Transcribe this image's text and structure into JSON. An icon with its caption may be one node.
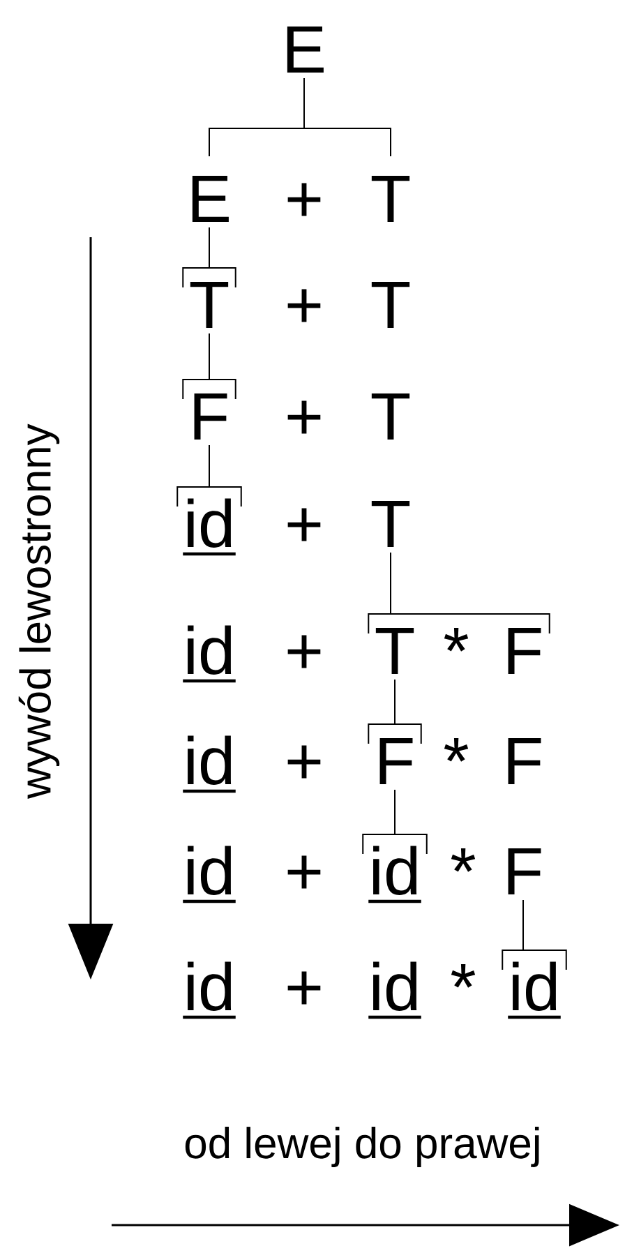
{
  "diagram": {
    "nodes": [
      {
        "text": [
          "E"
        ]
      },
      {
        "text": [
          "E"
        ]
      },
      {
        "text": [
          "+"
        ]
      },
      {
        "text": [
          "T"
        ]
      },
      {
        "text": [
          "T"
        ]
      },
      {
        "text": [
          "+"
        ]
      },
      {
        "text": [
          "T"
        ]
      },
      {
        "text": [
          "F"
        ]
      },
      {
        "text": [
          "+"
        ]
      },
      {
        "text": [
          "T"
        ]
      },
      {
        "text": [
          "id"
        ]
      },
      {
        "text": [
          "+"
        ]
      },
      {
        "text": [
          "T"
        ]
      },
      {
        "text": [
          "id"
        ]
      },
      {
        "text": [
          "+"
        ]
      },
      {
        "text": [
          "T"
        ]
      },
      {
        "text": [
          "*"
        ]
      },
      {
        "text": [
          "F"
        ]
      },
      {
        "text": [
          "id"
        ]
      },
      {
        "text": [
          "+"
        ]
      },
      {
        "text": [
          "F"
        ]
      },
      {
        "text": [
          "*"
        ]
      },
      {
        "text": [
          "F"
        ]
      },
      {
        "text": [
          "id"
        ]
      },
      {
        "text": [
          "+"
        ]
      },
      {
        "text": [
          "id"
        ]
      },
      {
        "text": [
          "*"
        ]
      },
      {
        "text": [
          "F"
        ]
      },
      {
        "text": [
          "id"
        ]
      },
      {
        "text": [
          "+"
        ]
      },
      {
        "text": [
          "id"
        ]
      },
      {
        "text": [
          "*"
        ]
      },
      {
        "text": [
          "id"
        ]
      }
    ],
    "edges": [
      {
        "from": 0,
        "to": 1,
        "arrow": "none"
      },
      {
        "from": 0,
        "to": 3,
        "arrow": "none"
      },
      {
        "from": 1,
        "to": 4,
        "arrow": "none"
      },
      {
        "from": 4,
        "to": 7,
        "arrow": "none"
      },
      {
        "from": 7,
        "to": 10,
        "arrow": "none"
      },
      {
        "from": 12,
        "to": 15,
        "arrow": "none"
      },
      {
        "from": 12,
        "to": 17,
        "arrow": "none"
      },
      {
        "from": 15,
        "to": 20,
        "arrow": "none"
      },
      {
        "from": 20,
        "to": 25,
        "arrow": "none"
      },
      {
        "from": 27,
        "to": 32,
        "arrow": "none"
      }
    ],
    "labels": [
      "wywód lewostronny",
      "od lewej do prawej"
    ]
  }
}
